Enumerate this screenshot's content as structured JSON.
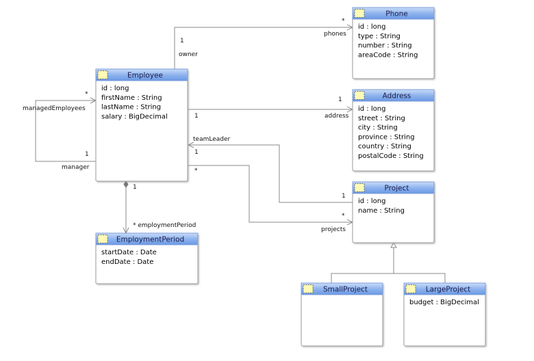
{
  "classes": {
    "employee": {
      "name": "Employee",
      "attributes": [
        "id  : long",
        "firstName  : String",
        "lastName  : String",
        "salary  : BigDecimal"
      ]
    },
    "phone": {
      "name": "Phone",
      "attributes": [
        "id  : long",
        "type  : String",
        "number  : String",
        "areaCode  : String"
      ]
    },
    "address": {
      "name": "Address",
      "attributes": [
        "id  : long",
        "street  : String",
        "city  : String",
        "province  : String",
        "country  : String",
        "postalCode  : String"
      ]
    },
    "project": {
      "name": "Project",
      "attributes": [
        "id  : long",
        "name  : String"
      ]
    },
    "employment_period": {
      "name": "EmploymentPeriod",
      "attributes": [
        "startDate  : Date",
        "endDate  : Date"
      ]
    },
    "small_project": {
      "name": "SmallProject",
      "attributes": []
    },
    "large_project": {
      "name": "LargeProject",
      "attributes": [
        "budget  : BigDecimal"
      ]
    }
  },
  "relations": {
    "phones": {
      "role": "phones",
      "owner_role": "owner",
      "source_mult": "1",
      "target_mult": "*"
    },
    "address": {
      "role": "address",
      "source_mult": "1",
      "target_mult": "1"
    },
    "managed": {
      "role": "managedEmployees",
      "owner_role": "manager",
      "target_mult": "*",
      "source_mult": "1"
    },
    "team_leader": {
      "role": "teamLeader",
      "source_mult": "1",
      "target_mult": "1"
    },
    "projects": {
      "role": "projects",
      "source_mult": "*",
      "target_mult": "*"
    },
    "employment_period": {
      "role": "* employmentPeriod",
      "source_mult": "1"
    }
  }
}
